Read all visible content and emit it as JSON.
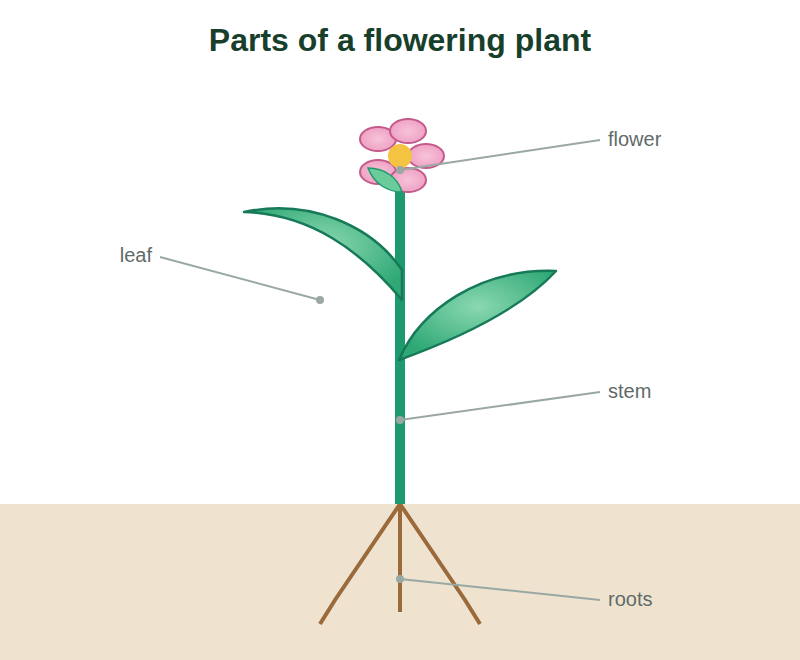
{
  "diagram": {
    "title": "Parts of a flowering plant",
    "labels": [
      "flower",
      "leaf",
      "stem",
      "roots"
    ]
  }
}
